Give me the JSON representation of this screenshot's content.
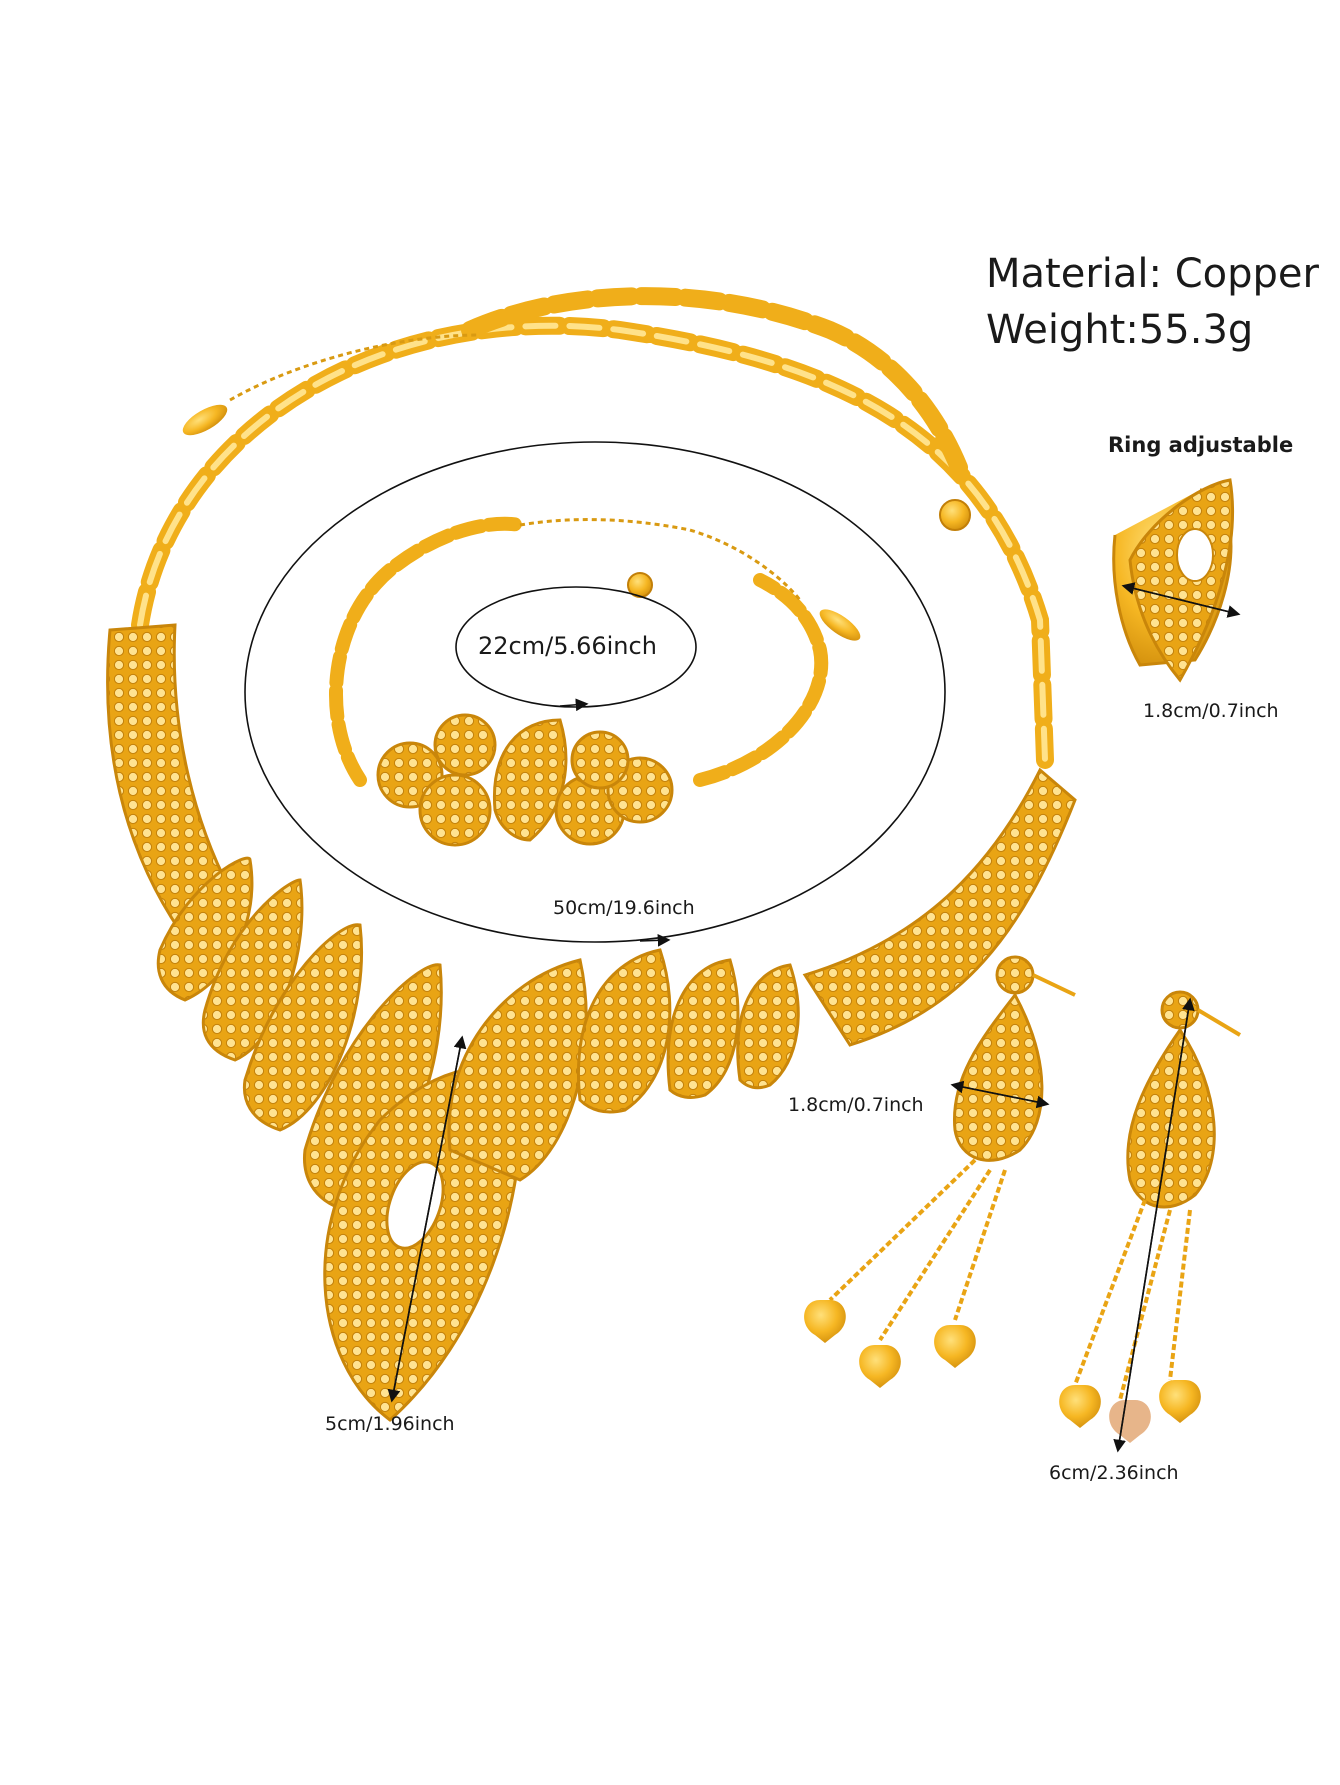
{
  "info": {
    "material": "Material: Copper",
    "weight": "Weight:55.3g"
  },
  "ring": {
    "title": "Ring adjustable",
    "size": "1.8cm/0.7inch"
  },
  "bracelet": {
    "length": "22cm/5.66inch"
  },
  "necklace": {
    "length": "50cm/19.6inch",
    "pendant_length": "5cm/1.96inch"
  },
  "earrings": {
    "width": "1.8cm/0.7inch",
    "length": "6cm/2.36inch"
  },
  "colors": {
    "gold": "#F2B11C",
    "gold_light": "#FFD34E",
    "gold_dark": "#C9860A",
    "line": "#111111"
  }
}
